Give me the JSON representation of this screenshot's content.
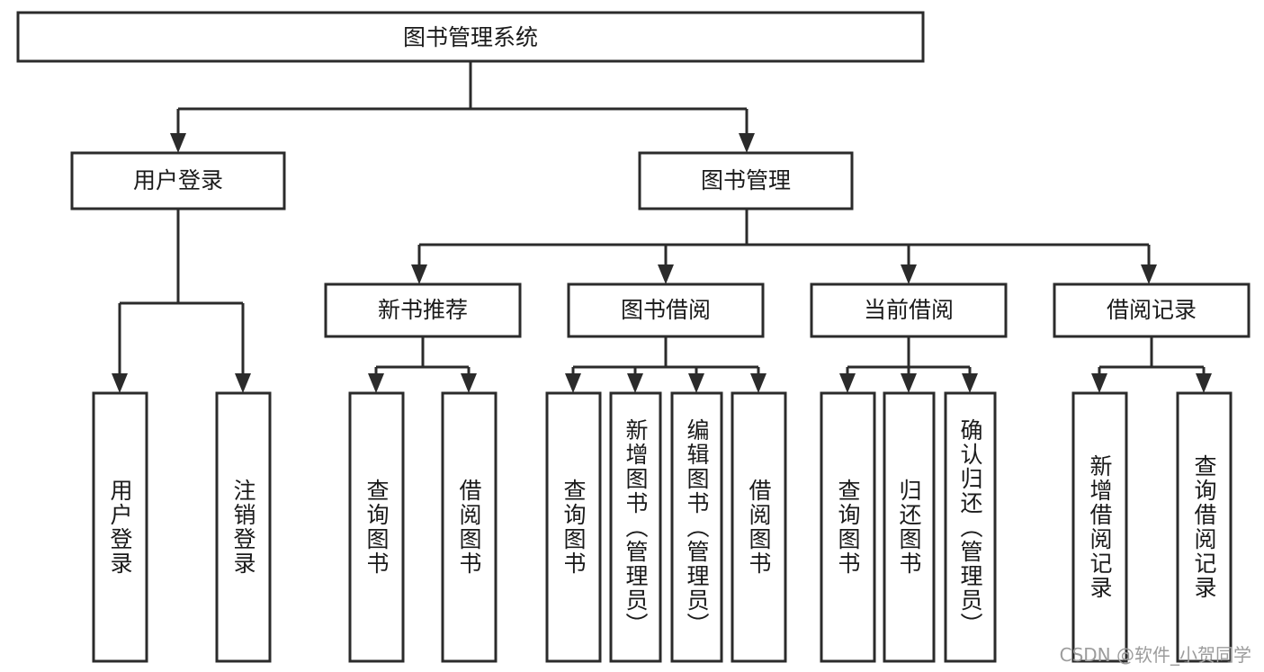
{
  "diagram": {
    "title": "图书管理系统",
    "type": "tree",
    "orientation": "top-down",
    "colors": {
      "stroke": "#2b2b2b",
      "box_fill": "#ffffff",
      "text": "#1a1a1a",
      "background": "#ffffff",
      "watermark": "#9c9c9c"
    },
    "root": {
      "label": "图书管理系统"
    },
    "level2": [
      {
        "label": "用户登录"
      },
      {
        "label": "图书管理"
      }
    ],
    "level3": [
      {
        "label": "新书推荐"
      },
      {
        "label": "图书借阅"
      },
      {
        "label": "当前借阅"
      },
      {
        "label": "借阅记录"
      }
    ],
    "leaves": {
      "user_login": [
        {
          "label": "用户登录"
        },
        {
          "label": "注销登录"
        }
      ],
      "new_book_recommend": [
        {
          "label": "查询图书"
        },
        {
          "label": "借阅图书"
        }
      ],
      "book_borrow": [
        {
          "label": "查询图书"
        },
        {
          "label": "新增图书（管理员）"
        },
        {
          "label": "编辑图书（管理员）"
        },
        {
          "label": "借阅图书"
        }
      ],
      "current_borrow": [
        {
          "label": "查询图书"
        },
        {
          "label": "归还图书"
        },
        {
          "label": "确认归还（管理员）"
        }
      ],
      "borrow_record": [
        {
          "label": "新增借阅记录"
        },
        {
          "label": "查询借阅记录"
        }
      ]
    }
  },
  "watermark": {
    "text": "CSDN @软件_小贺同学"
  }
}
